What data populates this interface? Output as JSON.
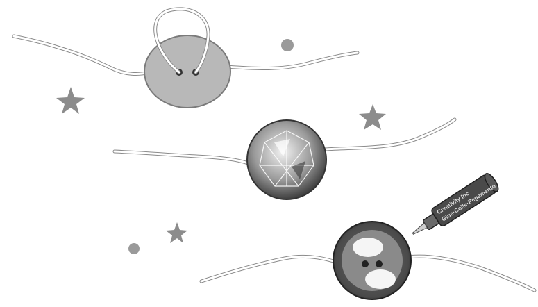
{
  "illustration": {
    "subject": "craft-instructions-button-bracelet",
    "palette": {
      "background": "#ffffff",
      "star": "#8c8c8c",
      "dot": "#9a9a9a",
      "button_fill": "#b8b8b8",
      "button_edge": "#7a7a7a",
      "cord": "#ffffff",
      "cord_outline": "#8a8a8a",
      "glue_bottle": "#4a4a4a"
    }
  },
  "glue_bottle": {
    "brand_label": "Creativity Inc",
    "product_label": "Glue·Colle·Pegamento"
  }
}
